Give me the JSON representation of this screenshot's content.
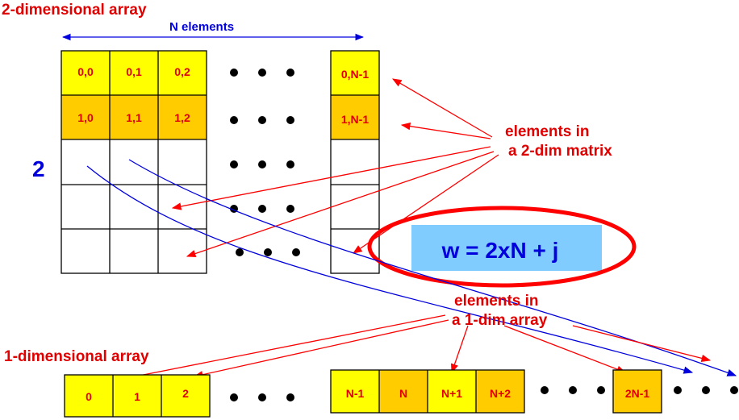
{
  "title_2d": "2-dimensional array",
  "n_elements_label": "N elements",
  "row_label": "2",
  "matrix": {
    "row0": [
      "0,0",
      "0,1",
      "0,2"
    ],
    "row1": [
      "1,0",
      "1,1",
      "1,2"
    ],
    "last_col": [
      "0,N-1",
      "1,N-1"
    ]
  },
  "annotation_2d": {
    "line1": "elements in",
    "line2": "a 2-dim matrix"
  },
  "formula": "w = 2xN + j",
  "annotation_1d": {
    "line1": "elements in",
    "line2": "a 1-dim array"
  },
  "title_1d": "1-dimensional array",
  "array_1d": {
    "group1": [
      "0",
      "1",
      "2"
    ],
    "group2": [
      "N-1",
      "N",
      "N+1",
      "N+2"
    ],
    "last": "2N-1"
  },
  "colors": {
    "yellow": "#ffff00",
    "orange": "#ffcc00",
    "red": "#ff0000",
    "red_text": "#e00000",
    "blue": "#0000dd",
    "formula_bg": "#80ccff"
  }
}
